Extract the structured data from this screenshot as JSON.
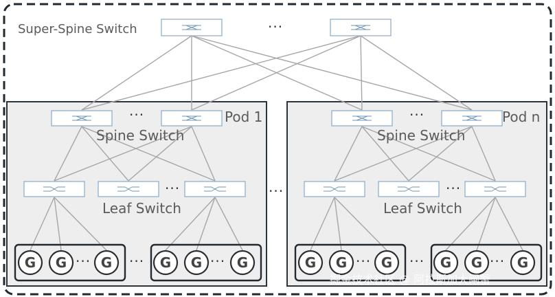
{
  "diagram": {
    "super_spine_label": "Super-Spine Switch",
    "super_spine_ellipsis": "···",
    "pods": [
      {
        "pod_label": "Pod 1",
        "spine_label": "Spine Switch",
        "leaf_label": "Leaf Switch",
        "spine_ellipsis": "···",
        "leaf_ellipsis": "···",
        "gpu_group_ellipsis": "···",
        "gpu_group_a": {
          "gpus": [
            "G",
            "G",
            "G"
          ],
          "ellipsis": "···"
        },
        "gpu_group_b": {
          "gpus": [
            "G",
            "G",
            "G"
          ],
          "ellipsis": "···"
        }
      },
      {
        "pod_label": "Pod n",
        "spine_label": "Spine Switch",
        "leaf_label": "Leaf Switch",
        "spine_ellipsis": "···",
        "leaf_ellipsis": "···",
        "gpu_group_ellipsis": "···",
        "gpu_group_a": {
          "gpus": [
            "G",
            "G",
            "G"
          ],
          "ellipsis": "···"
        },
        "gpu_group_b": {
          "gpus": [
            "G",
            "G",
            "G"
          ],
          "ellipsis": "···"
        }
      }
    ],
    "between_pods_ellipsis": "···",
    "watermark": "掘金技术社区 @ 阿拉斯加大闸蟹",
    "colors": {
      "line": "#a6a6a6",
      "pod_fill": "#eeeeee",
      "switch_stroke": "#8fb1cc",
      "switch_icon": "#6f95b5",
      "border": "#1f2a33"
    }
  }
}
